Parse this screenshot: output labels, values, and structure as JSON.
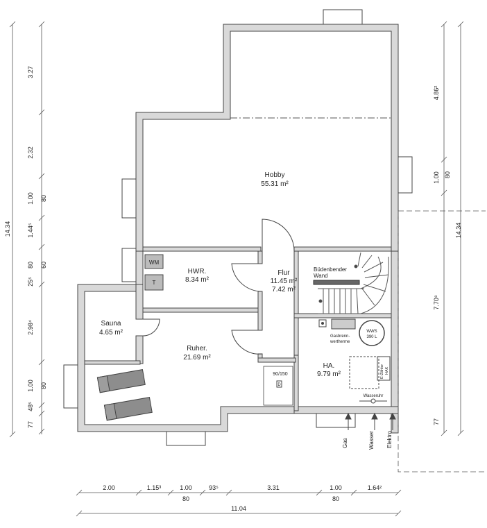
{
  "rooms": {
    "hobby": {
      "name": "Hobby",
      "area": "55.31 m²"
    },
    "hwr": {
      "name": "HWR.",
      "area": "8.34 m²"
    },
    "flur": {
      "name": "Flur",
      "area1": "11.45 m²",
      "area2": "7.42 m²"
    },
    "sauna": {
      "name": "Sauna",
      "area": "4.65 m²"
    },
    "ruher": {
      "name": "Ruher.",
      "area": "21.69 m²"
    },
    "ha": {
      "name": "HA.",
      "area": "9.79 m²"
    }
  },
  "fixtures": {
    "wm": "WM",
    "t": "T",
    "buedenbender1": "Büdenbender",
    "buedenbender2": "Wand",
    "gas1": "Gasbrenn-",
    "gas2": "wertherme",
    "wws1": "WWS",
    "wws2": "390 L",
    "ezaehler1": "E-Zähler",
    "ezaehler2": "HAK",
    "wasseruhr": "Wasseruhr",
    "niche": "90/150",
    "niche_mark": "D"
  },
  "utilities": {
    "gas": "Gas",
    "wasser": "Wasser",
    "elektro": "Elektro"
  },
  "dims_left": {
    "total": "14.34",
    "d1": "3.27",
    "d2": "2.32",
    "d3": "1.00",
    "d3b": "80",
    "d4": "1.44⁵",
    "d5": "80",
    "d5b": "60",
    "d6": "25⁵",
    "d7": "2.98⁴",
    "d8": "1.00",
    "d8b": "80",
    "d9": "48⁵",
    "d10": "77"
  },
  "dims_right": {
    "d1": "4.86²",
    "d2": "1.00",
    "d2b": "80",
    "total": "14.34",
    "d3": "7.70⁸",
    "d4": "77"
  },
  "dims_bottom": {
    "d1": "2.00",
    "d2": "1.15³",
    "d3": "1.00",
    "d3b": "80",
    "d4": "93⁵",
    "d5": "3.31",
    "d6": "1.00",
    "d6b": "80",
    "d7": "1.64²",
    "total": "11.04"
  }
}
